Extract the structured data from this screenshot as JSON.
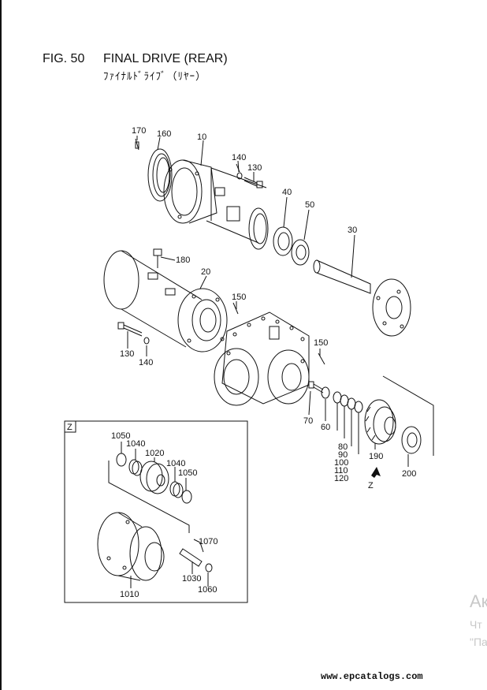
{
  "header": {
    "fig_number": "FIG. 50",
    "title": "FINAL DRIVE (REAR)",
    "subtitle": "ﾌｧｲﾅﾙﾄﾞﾗｲﾌﾞ（ﾘﾔｰ）"
  },
  "part_labels": {
    "p170": "170",
    "p160": "160",
    "p10": "10",
    "p140_top": "140",
    "p130_top": "130",
    "p40": "40",
    "p50": "50",
    "p30": "30",
    "p180": "180",
    "p20": "20",
    "p150_left": "150",
    "p150_right": "150",
    "p130_bottom": "130",
    "p140_bottom": "140",
    "p70": "70",
    "p60": "60",
    "p80": "80",
    "p90": "90",
    "p100": "100",
    "p110": "110",
    "p120": "120",
    "p190": "190",
    "p200": "200",
    "z_arrow": "Z"
  },
  "inset": {
    "label": "Z",
    "parts": {
      "p1050_a": "1050",
      "p1040_a": "1040",
      "p1020": "1020",
      "p1040_b": "1040",
      "p1050_b": "1050",
      "p1070": "1070",
      "p1030": "1030",
      "p1060": "1060",
      "p1010": "1010"
    }
  },
  "watermark": {
    "line1": "Ак",
    "line2": "Чт",
    "line3": "\"Па"
  },
  "footer": {
    "website": "www.epcatalogs.com"
  }
}
